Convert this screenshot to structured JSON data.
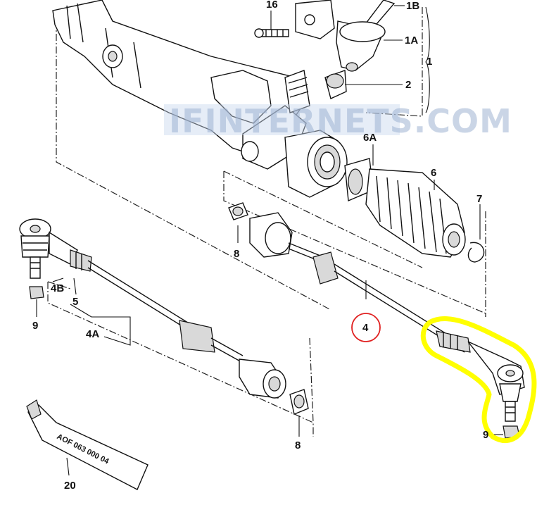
{
  "diagram": {
    "watermark": "IFINTERNETS.COM",
    "tube_text": "AOF 063 000 04",
    "labels": {
      "p16": "16",
      "p1b": "1B",
      "p1a": "1A",
      "p1": "1",
      "p2": "2",
      "p6a": "6A",
      "p6": "6",
      "p7": "7",
      "p8_top": "8",
      "p4b": "4B",
      "p5": "5",
      "p9_left": "9",
      "p4a": "4A",
      "p4": "4",
      "p8_bottom": "8",
      "p9_right": "9",
      "p20": "20"
    },
    "colors": {
      "highlight": "#ffff00",
      "circle": "#e02020",
      "line": "#111111"
    }
  }
}
